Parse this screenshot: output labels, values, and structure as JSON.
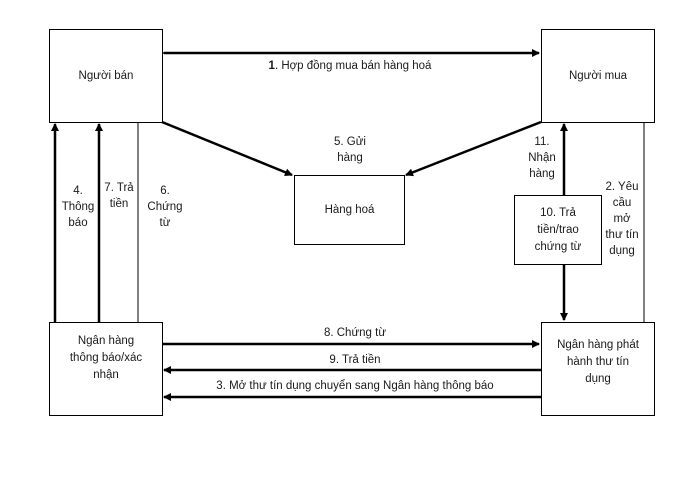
{
  "nodes": {
    "seller": "Người bán",
    "buyer": "Người mua",
    "goods": "Hàng hoá",
    "advising_bank": "Ngân hàng thông báo/xác nhận",
    "issuing_bank": "Ngân hàng phát hành thư tín dụng",
    "pay_docs": "10. Trả tiền/trao chứng từ"
  },
  "edges": {
    "e1_num": "1",
    "e1_text": ". Hợp đồng mua bán hàng hoá",
    "e2": "2. Yêu cầu mở thư tín dụng",
    "e3": "3. Mở thư tín dụng chuyển sang Ngân hàng thông báo",
    "e4": "4. Thông báo",
    "e5": "5. Gửi hàng",
    "e6": "6. Chứng từ",
    "e7": "7. Trả tiền",
    "e8": "8. Chứng từ",
    "e9": "9. Trả tiền",
    "e11": "11. Nhận hàng"
  },
  "edge_lines": {
    "e2": [
      "2. Yêu",
      "cầu",
      "mở",
      "thư tín",
      "dụng"
    ],
    "e4": [
      "4.",
      "Thông",
      "báo"
    ],
    "e5": [
      "5. Gửi",
      "hàng"
    ],
    "e6": [
      "6.",
      "Chứng",
      "từ"
    ],
    "e7": [
      "7. Trả",
      "tiền"
    ],
    "e11": [
      "11.",
      "Nhận",
      "hàng"
    ],
    "pay_docs": [
      "10. Trả",
      "tiền/trao",
      "chứng từ"
    ],
    "advising_bank": [
      "Ngân hàng",
      "thông báo/xác",
      "nhận"
    ],
    "issuing_bank": [
      "Ngân hàng phát",
      "hành thư tín",
      "dụng"
    ]
  }
}
